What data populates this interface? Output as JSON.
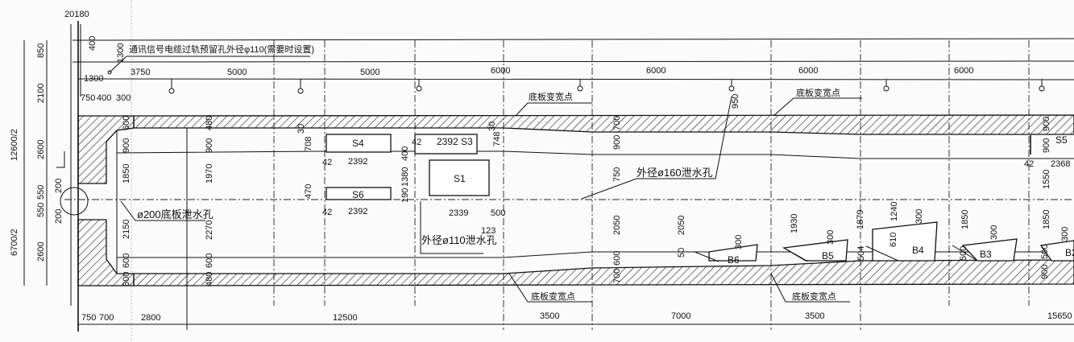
{
  "title_dim": "20180",
  "note_cable": "通讯信号电缆过轨预留孔外径φ110(需要时设置)",
  "left_dims": {
    "d850": "850",
    "d2100": "2100",
    "half_width_top": "12600/2",
    "d2600a": "2600",
    "d550a": "550",
    "d550b": "550",
    "d200a": "200",
    "d200b": "200",
    "half_width_bottom": "6700/2",
    "d2600b": "2600"
  },
  "top_small": {
    "d400": "400",
    "d1300v": "1300",
    "d1300h": "1300",
    "d750": "750",
    "d400b": "400",
    "d300": "300"
  },
  "top_spacing": [
    "3750",
    "5000",
    "5000",
    "6000",
    "6000",
    "6000",
    "6000"
  ],
  "wall_dims_a": [
    "600",
    "900",
    "1850",
    "2150",
    "600",
    "600"
  ],
  "wall_dims_b": [
    "480",
    "900",
    "1970",
    "2270",
    "600",
    "480"
  ],
  "drain_200": "ø200底板泄水孔",
  "s_boxes": {
    "s4": {
      "label": "S4",
      "len": "2392",
      "d30": "30",
      "d708": "708",
      "d42": "42"
    },
    "s6": {
      "label": "S6",
      "len": "2392",
      "d470": "470",
      "d42": "42"
    },
    "s3": {
      "label": "2392 S3",
      "d42": "42",
      "d748": "748",
      "d30": "30"
    },
    "s1": {
      "label": "S1",
      "d400": "400",
      "d1380": "1380",
      "d190": "190",
      "len": "2339",
      "d500": "500",
      "d123": "123"
    }
  },
  "drain_110": "外径ø110泄水孔",
  "drain_160": "外径ø160泄水孔",
  "widen_point": "底板变宽点",
  "mid_dims": {
    "d700a": "700",
    "d900": "900",
    "d750": "750",
    "d2050": "2050",
    "d600": "600",
    "d700b": "700",
    "d2050b": "2050",
    "d50": "50",
    "d950": "950"
  },
  "right_dims": {
    "d900a": "900",
    "d900b": "900",
    "s5": "S5",
    "d42": "42",
    "d2368": "2368",
    "d1550": "1550",
    "d1850a": "1850",
    "d1850b": "1850",
    "d300": "300",
    "d500": "500",
    "d900c": "900"
  },
  "blocks": [
    {
      "label": "B6",
      "d300": "300"
    },
    {
      "label": "B5",
      "d300": "300",
      "d1930": "1930",
      "d1879": "1879",
      "d504": "504"
    },
    {
      "label": "B4",
      "d300": "300",
      "d1240": "1240",
      "d610": "610"
    },
    {
      "label": "B3",
      "d300": "300",
      "d500": "500"
    },
    {
      "label": "B2"
    }
  ],
  "bottom_dims": [
    "750",
    "700",
    "2800",
    "12500",
    "3500",
    "7000",
    "3500",
    "15650"
  ]
}
